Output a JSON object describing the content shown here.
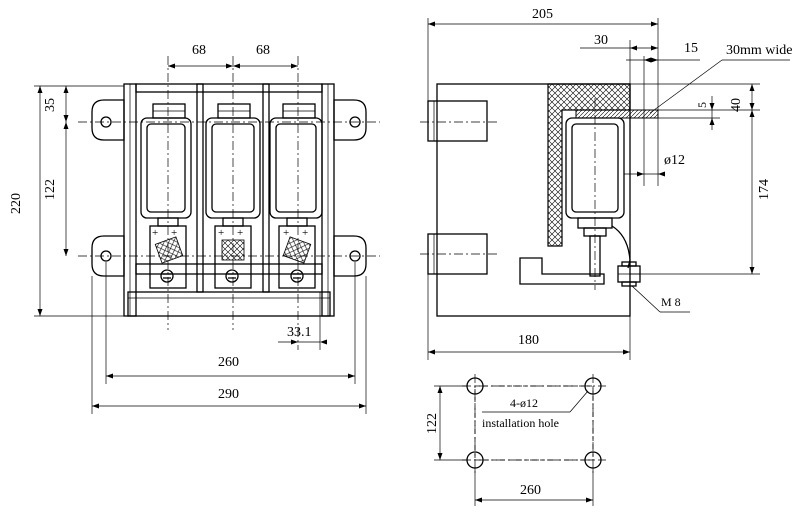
{
  "front_view": {
    "dims": {
      "d68a": "68",
      "d68b": "68",
      "d35": "35",
      "d122": "122",
      "d220": "220",
      "d33_1": "33.1",
      "d260": "260",
      "d290": "290"
    }
  },
  "side_view": {
    "dims": {
      "d205": "205",
      "d30": "30",
      "d15": "15",
      "wide": "30mm wide",
      "d5": "5",
      "d40": "40",
      "phi12": "ø12",
      "d174": "174",
      "m8": "M 8",
      "d180": "180"
    }
  },
  "mount_view": {
    "dims": {
      "holes": "4-ø12",
      "note": "installation hole",
      "d122": "122",
      "d260": "260"
    }
  }
}
